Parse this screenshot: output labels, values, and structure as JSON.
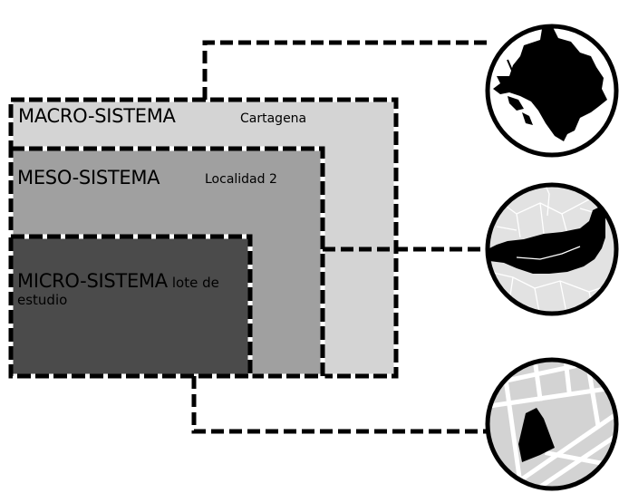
{
  "levels": {
    "macro": {
      "title": "MACRO-SISTEMA",
      "subtitle": "Cartagena",
      "fill": "#d4d4d4"
    },
    "meso": {
      "title": "MESO-SISTEMA",
      "subtitle": "Localidad 2",
      "fill": "#a0a0a0"
    },
    "micro": {
      "title": "MICRO-SISTEMA",
      "subtitle": "lote de estudio",
      "fill": "#4b4b4b"
    }
  },
  "map_insets": [
    {
      "depicts": "city-silhouette-map"
    },
    {
      "depicts": "district-map"
    },
    {
      "depicts": "lot-street-map"
    }
  ],
  "colors": {
    "dash_black": "#000000",
    "dash_white": "#ffffff",
    "connector": "#000000"
  }
}
